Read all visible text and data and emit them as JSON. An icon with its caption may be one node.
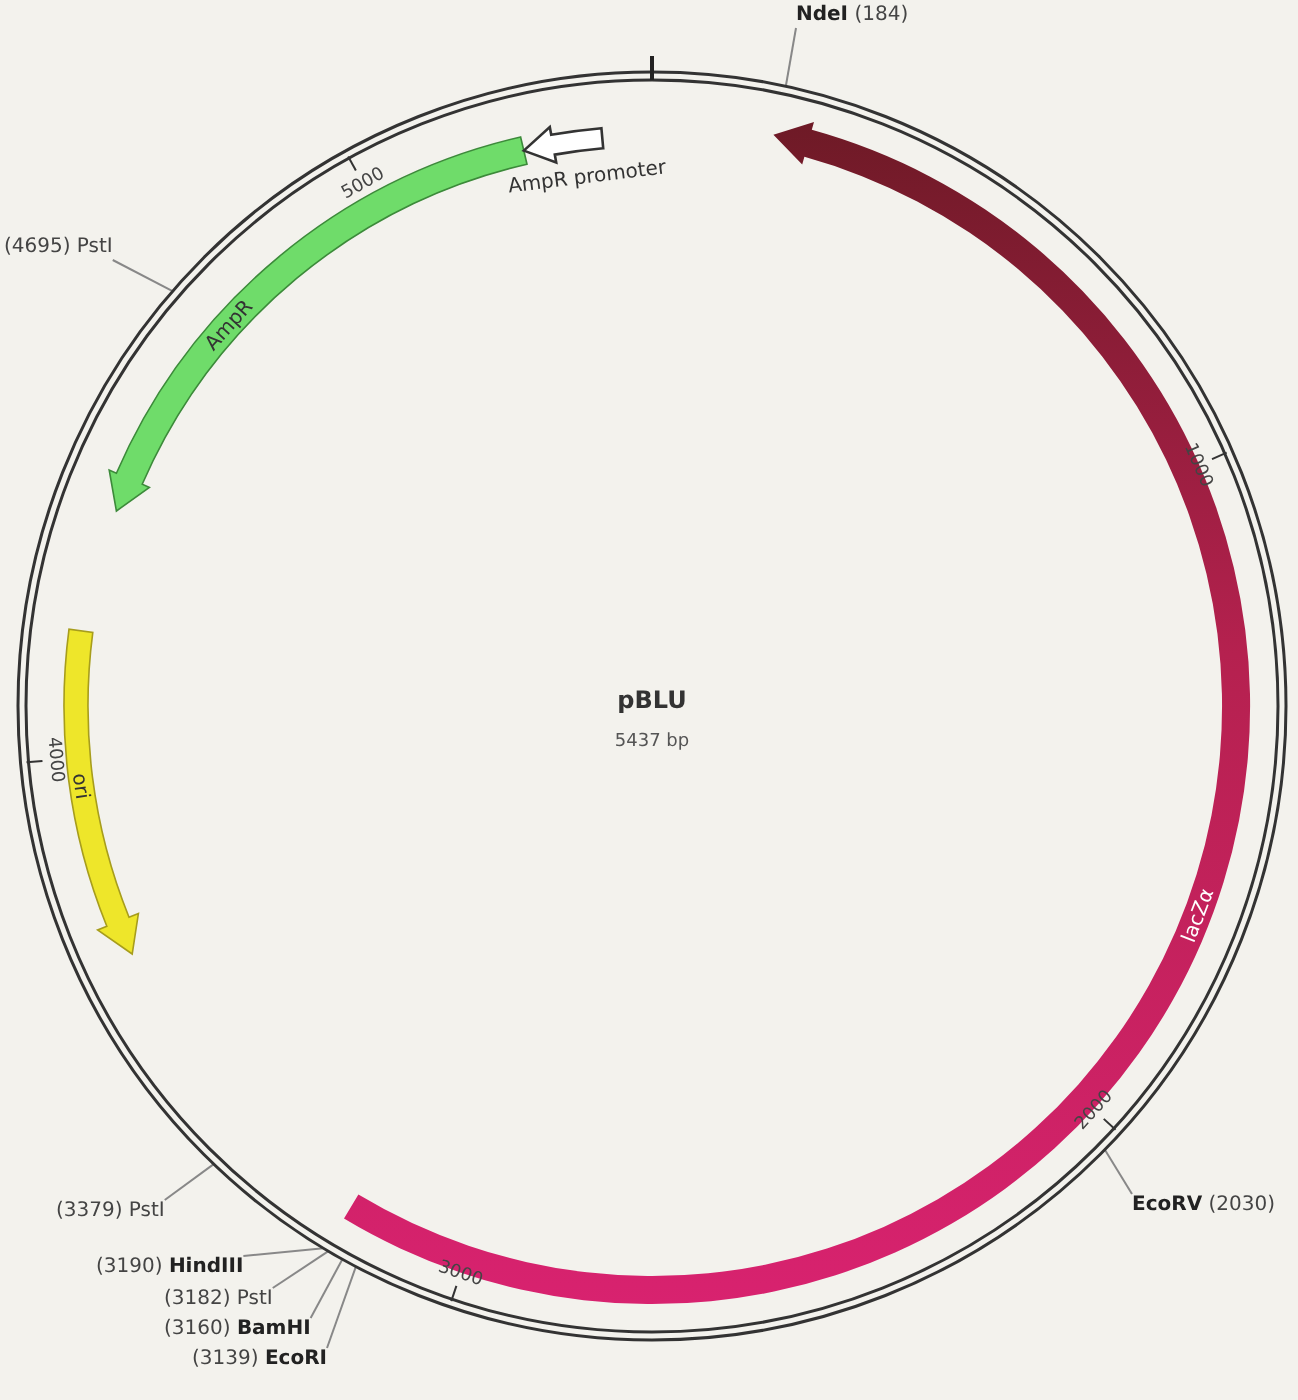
{
  "diagram": {
    "nodes": [
      {
        "text": [
          "pBLU",
          "5437 bp"
        ]
      },
      {
        "text": [
          "AmpR"
        ],
        "in": 0
      },
      {
        "text": [
          "AmpR promoter"
        ],
        "in": 0
      },
      {
        "text": [
          "ori"
        ],
        "in": 0
      },
      {
        "text": [
          "lacZα"
        ],
        "in": 0
      },
      {
        "text": [
          "**NdeI** (184)"
        ]
      },
      {
        "text": [
          "**EcoRV** (2030)"
        ]
      },
      {
        "text": [
          "(3139) **EcoRI**"
        ]
      },
      {
        "text": [
          "(3160) **BamHI**"
        ]
      },
      {
        "text": [
          "(3182) PstI"
        ]
      },
      {
        "text": [
          "(3190) **HindIII**"
        ]
      },
      {
        "text": [
          "(3379) PstI"
        ]
      },
      {
        "text": [
          "(4695) PstI"
        ]
      }
    ],
    "edges": [
      {
        "from": 5,
        "to": 0,
        "arrow": "none"
      },
      {
        "from": 6,
        "to": 0,
        "arrow": "none"
      },
      {
        "from": 7,
        "to": 0,
        "arrow": "none"
      },
      {
        "from": 8,
        "to": 0,
        "arrow": "none"
      },
      {
        "from": 9,
        "to": 0,
        "arrow": "none"
      },
      {
        "from": 10,
        "to": 0,
        "arrow": "none"
      },
      {
        "from": 11,
        "to": 0,
        "arrow": "none"
      },
      {
        "from": 12,
        "to": 0,
        "arrow": "none"
      }
    ],
    "labels": [
      "5000",
      "1000",
      "4000",
      "2000",
      "3000"
    ]
  }
}
